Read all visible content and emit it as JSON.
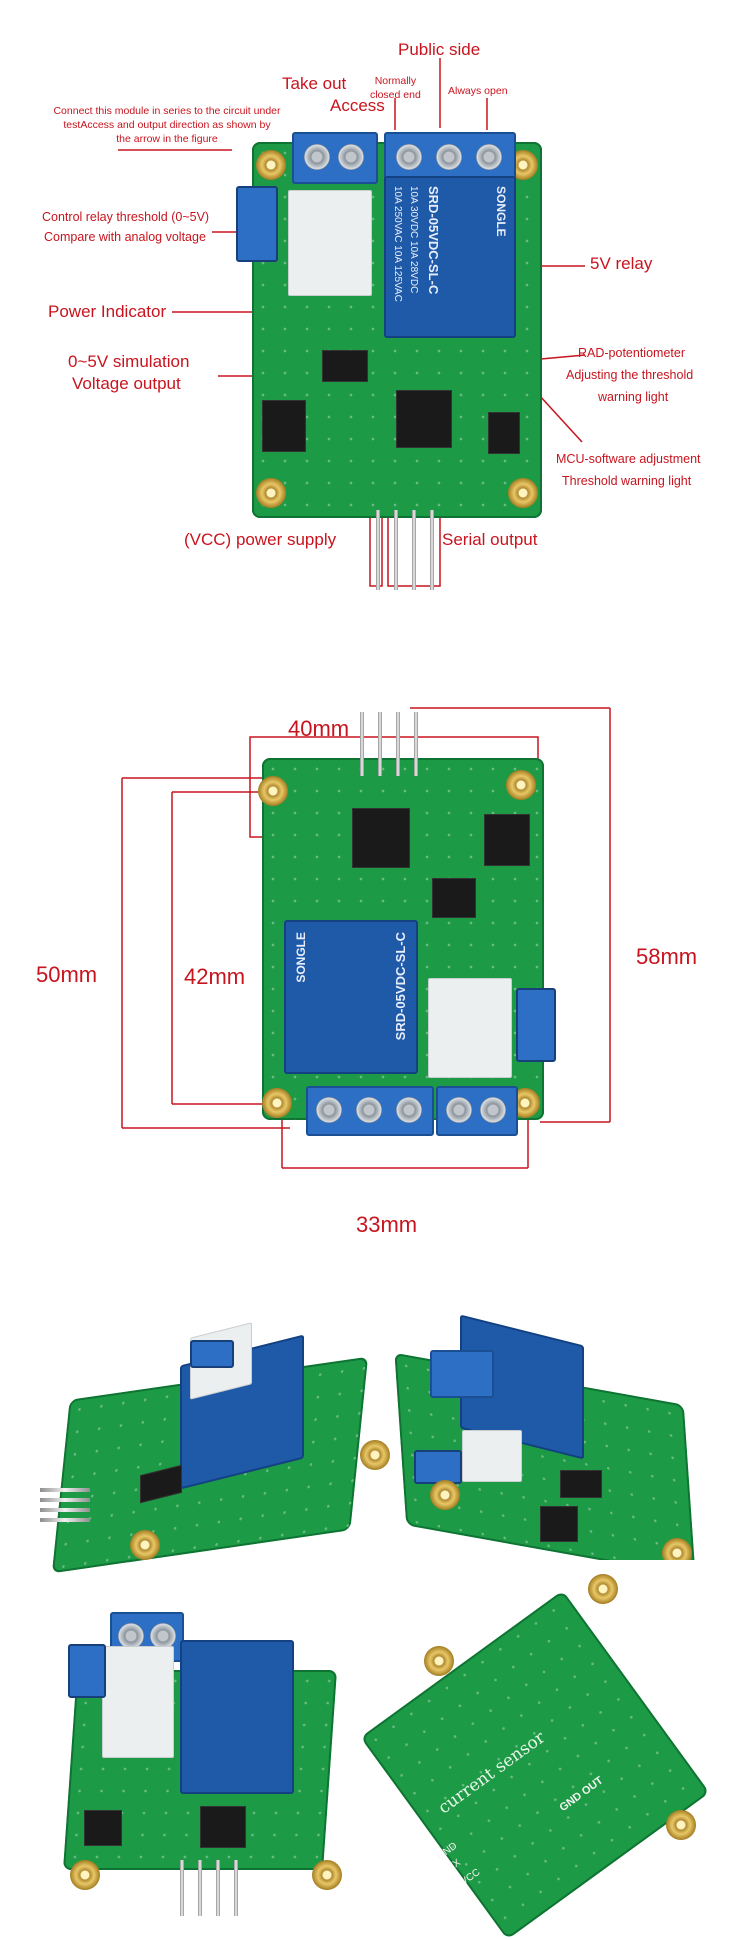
{
  "section1": {
    "labels": {
      "public_side": "Public side",
      "take_out": "Take out",
      "access": "Access",
      "normally_closed": "Normally\nclosed end",
      "always_open": "Always open",
      "connect_note": "Connect this module in series to the circuit under\ntestAccess and output direction as shown by\nthe arrow in the figure",
      "control_relay": "Control relay threshold (0~5V)",
      "compare": "Compare with analog voltage",
      "relay_5v": "5V relay",
      "power_indicator": "Power Indicator",
      "sim_output_1": "0~5V simulation",
      "sim_output_2": "Voltage output",
      "rad_pot": "RAD-potentiometer",
      "adjust_threshold": "Adjusting the threshold",
      "warning_light": "warning light",
      "mcu_adjust": "MCU-software adjustment",
      "threshold_warning": "Threshold warning light",
      "vcc_supply": "(VCC) power supply",
      "serial_output": "Serial output"
    },
    "relay_text": [
      "SONGLE",
      "10A 250VAC 10A 125VAC",
      "10A 30VDC 10A 28VDC",
      "SRD-05VDC-SL-C"
    ]
  },
  "section2": {
    "dimensions": {
      "top": "40mm",
      "left_outer": "50mm",
      "left_inner": "42mm",
      "right": "58mm",
      "bottom": "33mm"
    }
  },
  "section3": {
    "back_board_text": [
      "current sensor",
      "GND OUT",
      "GND",
      "TX",
      "VCC"
    ]
  },
  "colors": {
    "accent": "#c8141e",
    "pcb": "#1d9a45",
    "relay": "#1f5aa8"
  }
}
